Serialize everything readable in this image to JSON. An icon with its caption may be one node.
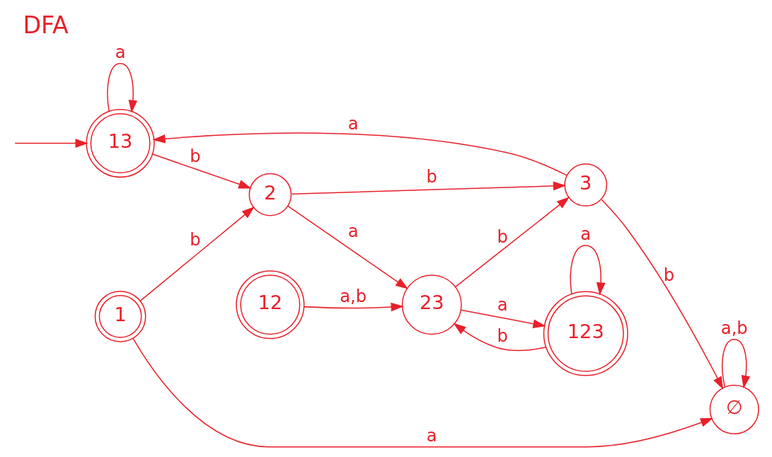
{
  "diagram": {
    "title": "DFA",
    "nodes": [
      {
        "text": [
          "13"
        ]
      },
      {
        "text": [
          "3"
        ]
      },
      {
        "text": [
          "2"
        ]
      },
      {
        "text": [
          "12"
        ]
      },
      {
        "text": [
          "23"
        ]
      },
      {
        "text": [
          "∅"
        ]
      },
      {
        "text": [
          "1"
        ]
      },
      {
        "text": [
          "123"
        ]
      }
    ],
    "edges": [
      {
        "from": null,
        "to": 0,
        "arrow": "to"
      },
      {
        "from": 0,
        "to": 0,
        "arrow": "to",
        "label": "a"
      },
      {
        "from": 1,
        "to": 0,
        "arrow": "to",
        "label": "a"
      },
      {
        "from": 0,
        "to": 2,
        "arrow": "to",
        "label": "b"
      },
      {
        "from": 2,
        "to": 1,
        "arrow": "to",
        "label": "b"
      },
      {
        "from": 2,
        "to": 4,
        "arrow": "to",
        "label": "a"
      },
      {
        "from": 4,
        "to": 1,
        "arrow": "to",
        "label": "b"
      },
      {
        "from": 3,
        "to": 4,
        "arrow": "to",
        "label": "a,b"
      },
      {
        "from": 1,
        "to": 5,
        "arrow": "to",
        "label": "b"
      },
      {
        "from": 6,
        "to": 2,
        "arrow": "to",
        "label": "b"
      },
      {
        "from": 6,
        "to": 5,
        "arrow": "to",
        "label": "a"
      },
      {
        "from": 5,
        "to": 5,
        "arrow": "to",
        "label": "a,b"
      },
      {
        "from": 4,
        "to": 7,
        "arrow": "to",
        "label": "a"
      },
      {
        "from": 7,
        "to": 4,
        "arrow": "to",
        "label": "b"
      },
      {
        "from": 7,
        "to": 7,
        "arrow": "to",
        "label": "a"
      }
    ]
  }
}
